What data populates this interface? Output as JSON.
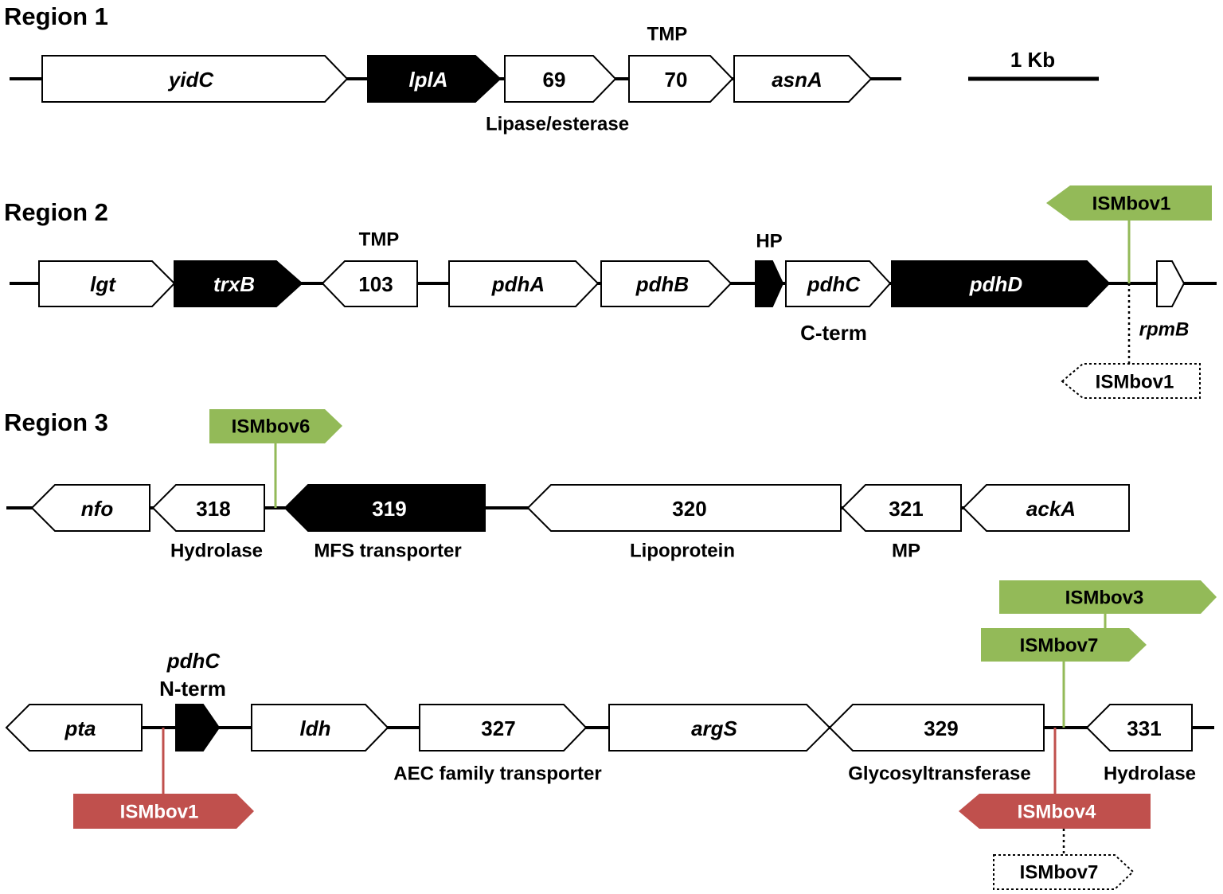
{
  "colors": {
    "insertion_green": "#93ba58",
    "insertion_red": "#c0504d"
  },
  "region_1": {
    "title": "Region 1",
    "genes": [
      "yidC",
      "lplA",
      "69",
      "70",
      "asnA"
    ],
    "annotations": [
      "TMP",
      "Lipase/esterase"
    ],
    "scale_bar_label": "1 Kb"
  },
  "region_2": {
    "title": "Region 2",
    "genes": [
      "lgt",
      "trxB",
      "103",
      "pdhA",
      "pdhB",
      "pdhC",
      "pdhD"
    ],
    "annotations": [
      "TMP",
      "HP",
      "C-term",
      "rpmB"
    ],
    "insertions": [
      "ISMbov1",
      "ISMbov1"
    ]
  },
  "region_3": {
    "title": "Region 3",
    "genes": [
      "nfo",
      "318",
      "319",
      "320",
      "321",
      "ackA"
    ],
    "annotations": [
      "Hydrolase",
      "MFS transporter",
      "Lipoprotein",
      "MP"
    ],
    "insertions": [
      "ISMbov6"
    ]
  },
  "lower_panel": {
    "genes": [
      "pta",
      "ldh",
      "327",
      "argS",
      "329",
      "331"
    ],
    "annotations": [
      "pdhC",
      "N-term",
      "AEC family transporter",
      "Glycosyltransferase",
      "Hydrolase"
    ],
    "insertions": [
      "ISMbov3",
      "ISMbov7",
      "ISMbov1",
      "ISMbov4",
      "ISMbov7"
    ]
  }
}
